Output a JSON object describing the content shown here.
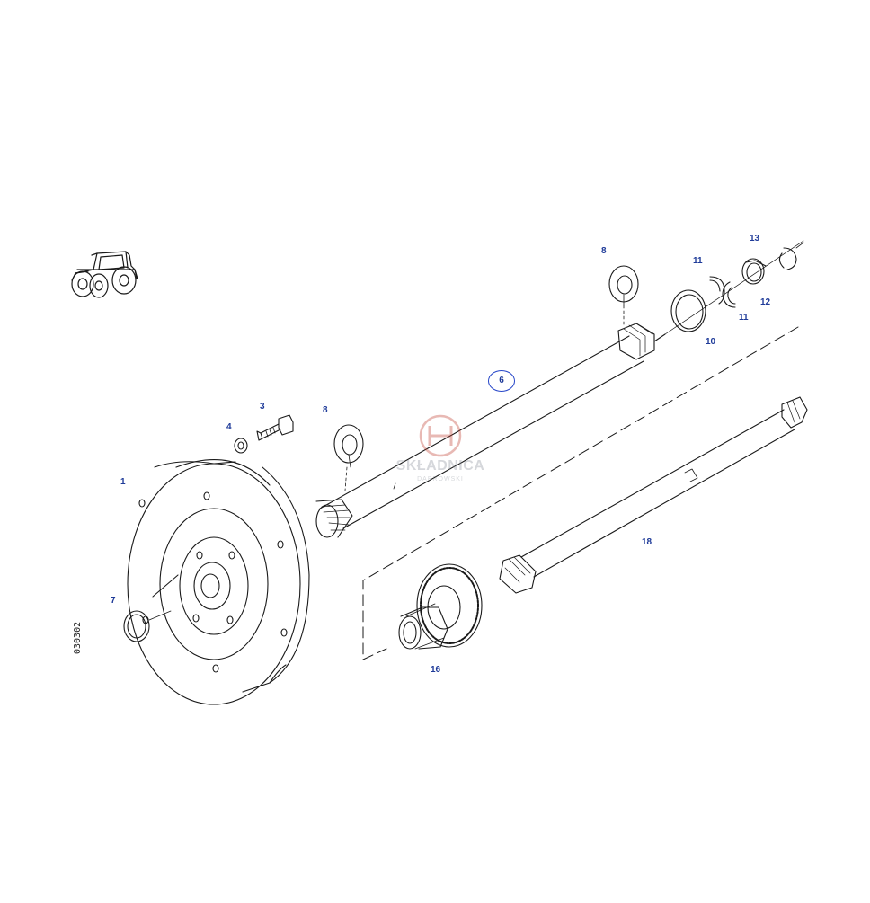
{
  "diagram": {
    "drawing_code": "030302",
    "watermark": {
      "brand": "SKŁADNICA",
      "sub": "DĄBROWSKI"
    },
    "callouts": [
      {
        "id": "1",
        "text": "1"
      },
      {
        "id": "3",
        "text": "3"
      },
      {
        "id": "4",
        "text": "4"
      },
      {
        "id": "6",
        "text": "6",
        "circled": true
      },
      {
        "id": "7",
        "text": "7"
      },
      {
        "id": "8a",
        "text": "8"
      },
      {
        "id": "8b",
        "text": "8"
      },
      {
        "id": "10",
        "text": "10"
      },
      {
        "id": "11a",
        "text": "11"
      },
      {
        "id": "11b",
        "text": "11"
      },
      {
        "id": "12",
        "text": "12"
      },
      {
        "id": "13",
        "text": "13"
      },
      {
        "id": "16",
        "text": "16"
      },
      {
        "id": "18",
        "text": "18"
      }
    ],
    "colors": {
      "line": "#1a1a1a",
      "callout": "#1f3b99",
      "highlight": "#2545c8",
      "watermark": "#c0392b"
    }
  }
}
